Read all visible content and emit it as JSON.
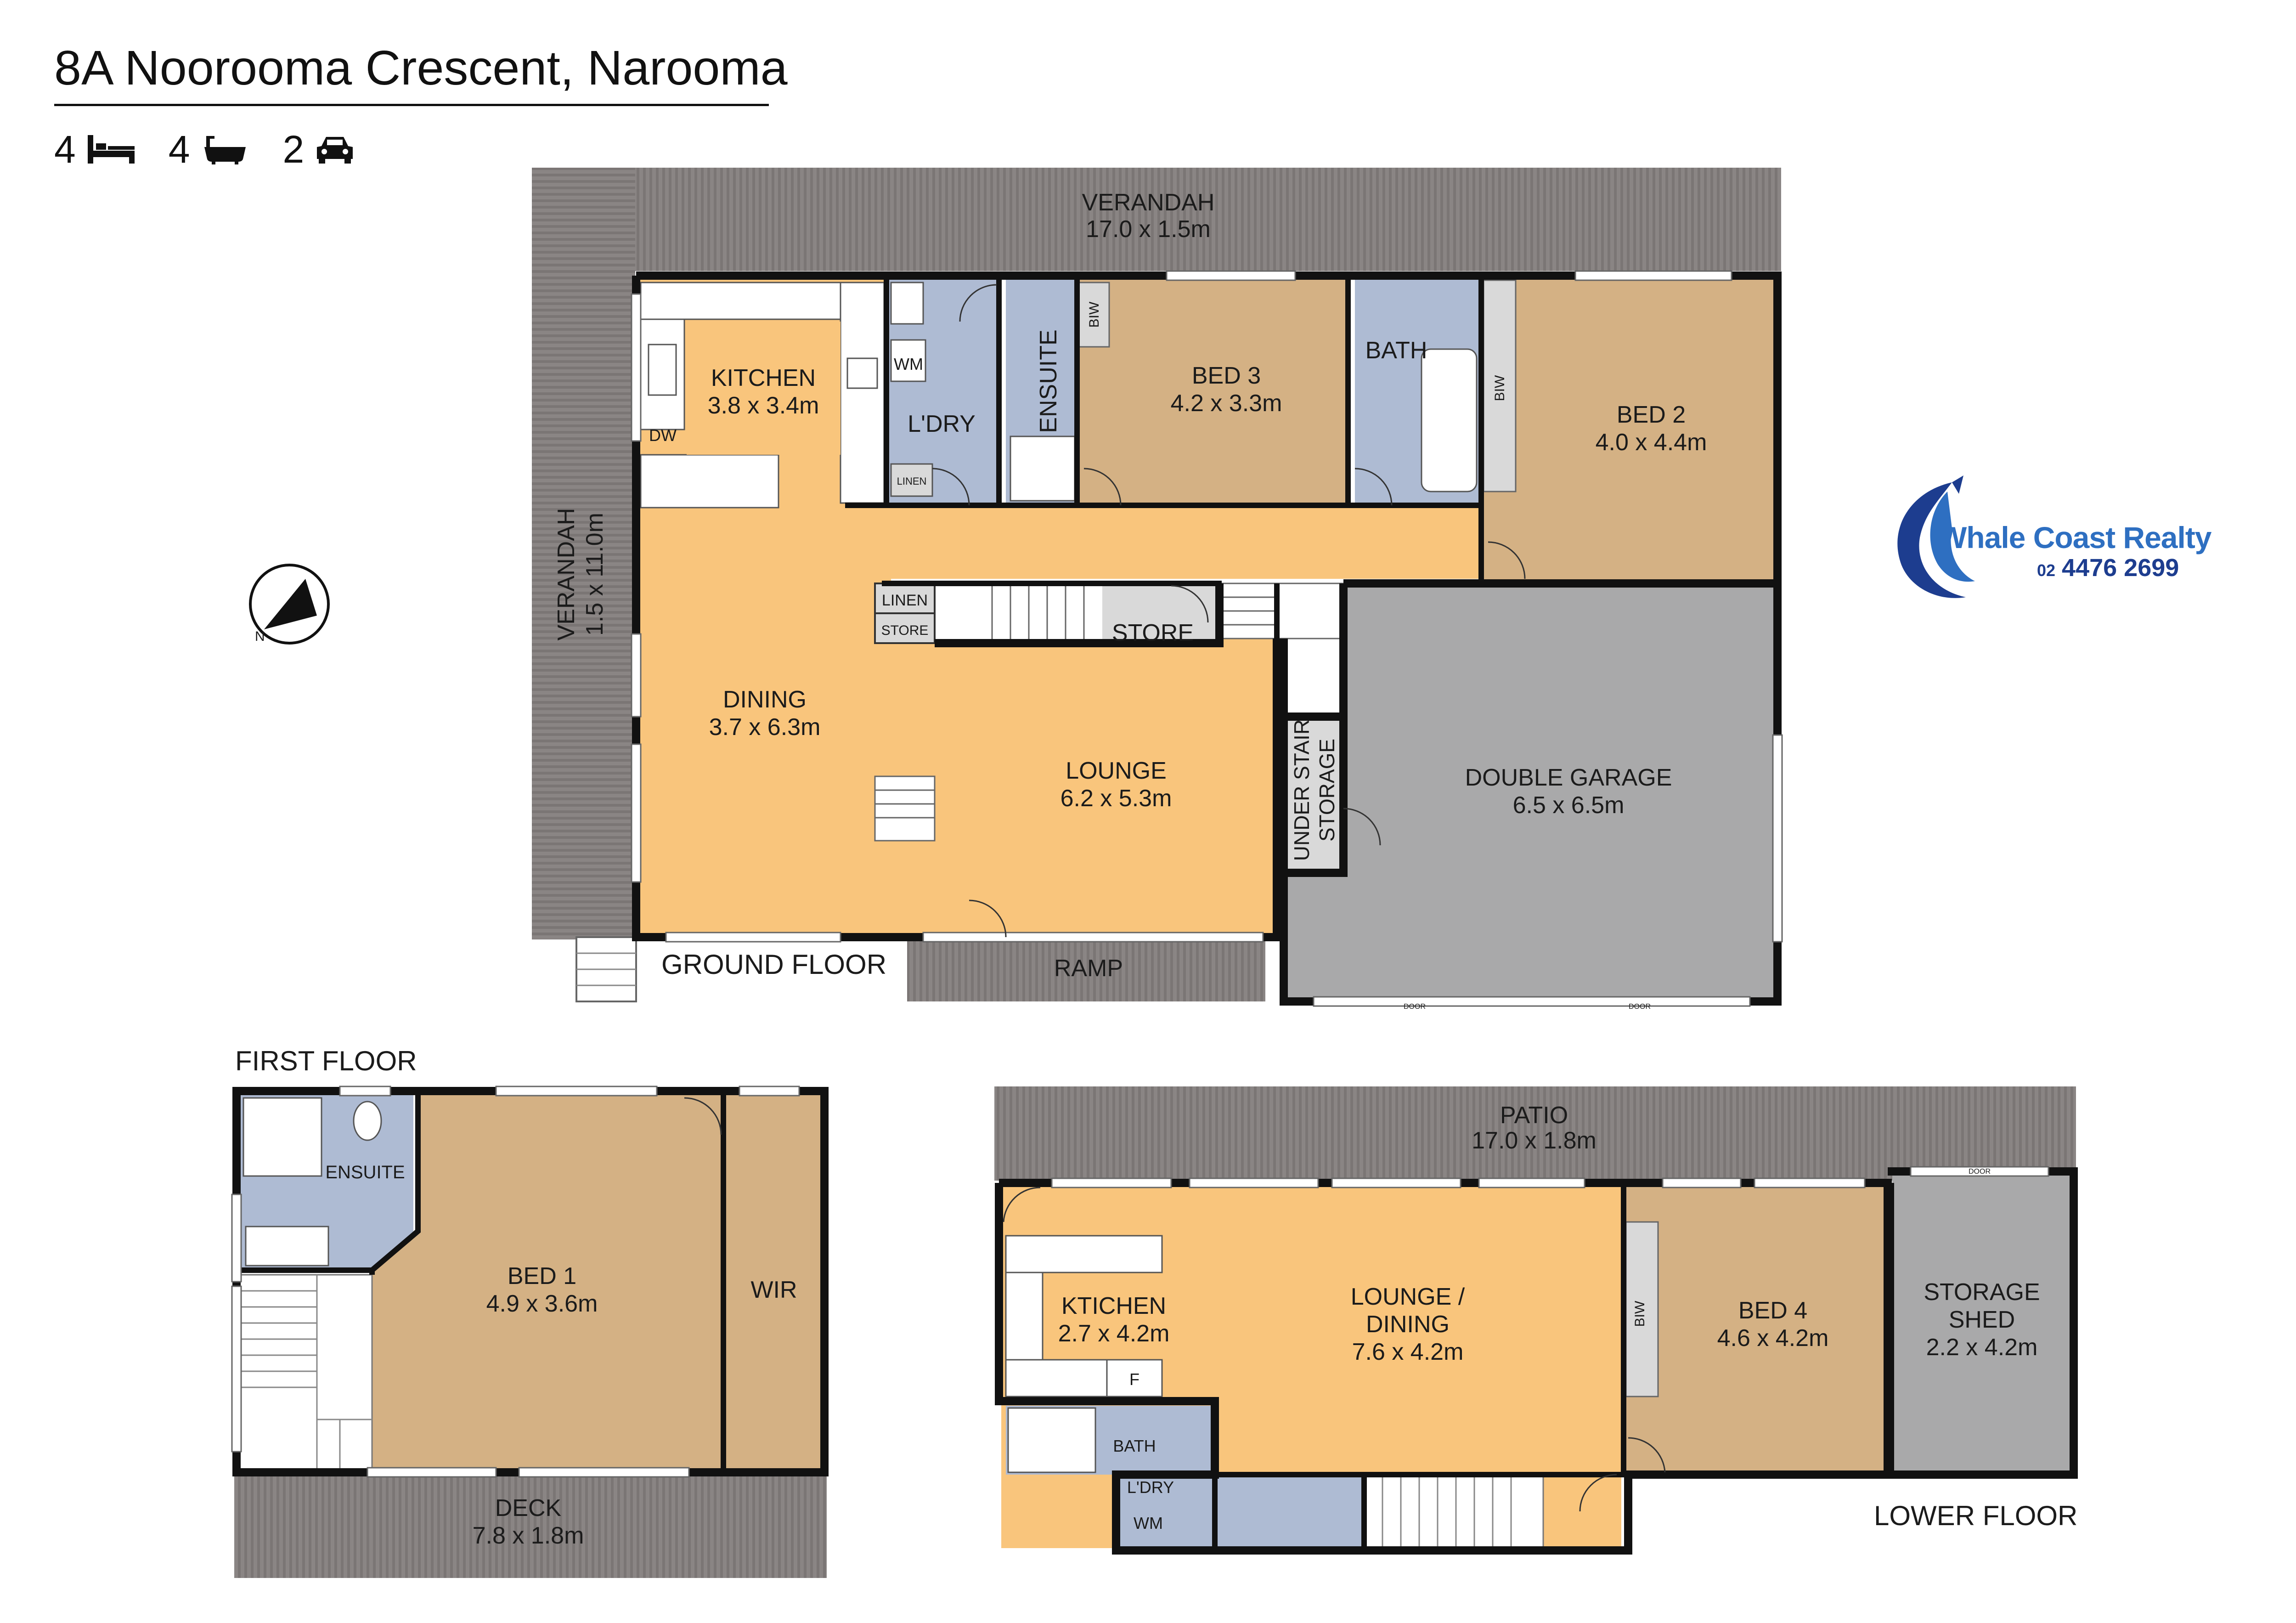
{
  "header": {
    "title": "8A Noorooma Crescent, Narooma",
    "stats": [
      {
        "value": "4",
        "icon": "bed-icon"
      },
      {
        "value": "4",
        "icon": "bath-icon"
      },
      {
        "value": "2",
        "icon": "car-icon"
      }
    ]
  },
  "brand": {
    "name": "Whale Coast Realty",
    "phone_prefix": "02",
    "phone": "4476 2699"
  },
  "floors": {
    "ground": "GROUND FLOOR",
    "first": "FIRST FLOOR",
    "lower": "LOWER FLOOR"
  },
  "ground_rooms": {
    "verandah_top": {
      "name": "VERANDAH",
      "size": "17.0 x 1.5m"
    },
    "verandah_side": {
      "name": "VERANDAH",
      "size": "1.5 x 11.0m"
    },
    "kitchen": {
      "name": "KITCHEN",
      "size": "3.8 x 3.4m"
    },
    "laundry": {
      "name": "L'DRY"
    },
    "ensuite": {
      "name": "ENSUITE"
    },
    "bed3": {
      "name": "BED 3",
      "size": "4.2 x 3.3m"
    },
    "bath": {
      "name": "BATH"
    },
    "bed2": {
      "name": "BED 2",
      "size": "4.0 x 4.4m"
    },
    "dining": {
      "name": "DINING",
      "size": "3.7 x 6.3m"
    },
    "lounge": {
      "name": "LOUNGE",
      "size": "6.2 x 5.3m"
    },
    "store": {
      "name": "STORE"
    },
    "under_stair": {
      "line1": "UNDER STAIR",
      "line2": "STORAGE"
    },
    "garage": {
      "name": "DOUBLE GARAGE",
      "size": "6.5 x 6.5m"
    },
    "ramp": {
      "name": "RAMP"
    }
  },
  "ground_fixtures": {
    "dw": "DW",
    "wm": "WM",
    "linen_small": "LINEN",
    "linen": "LINEN",
    "store_small": "STORE",
    "biw": "BIW",
    "door": "DOOR"
  },
  "first_rooms": {
    "ensuite": {
      "name": "ENSUITE"
    },
    "bed1": {
      "name": "BED 1",
      "size": "4.9 x 3.6m"
    },
    "wir": {
      "name": "WIR"
    },
    "deck": {
      "name": "DECK",
      "size": "7.8 x 1.8m"
    }
  },
  "lower_rooms": {
    "patio": {
      "name": "PATIO",
      "size": "17.0 x 1.8m"
    },
    "kitchen": {
      "name": "KTICHEN",
      "size": "2.7 x 4.2m"
    },
    "lounge_dining": {
      "line1": "LOUNGE /",
      "line2": "DINING",
      "size": "7.6 x 4.2m"
    },
    "bed4": {
      "name": "BED 4",
      "size": "4.6 x 4.2m"
    },
    "shed": {
      "line1": "STORAGE",
      "line2": "SHED",
      "size": "2.2 x 4.2m"
    },
    "bath": {
      "name": "BATH"
    },
    "laundry": {
      "name": "L'DRY"
    }
  },
  "lower_fixtures": {
    "f": "F",
    "wm": "WM",
    "biw": "BIW",
    "door": "DOOR"
  },
  "colors": {
    "living": "#f9c57c",
    "bedroom": "#d4b184",
    "wet": "#aebbd3",
    "garage": "#a9a9aa",
    "deck": "#8a8584",
    "wall": "#111111"
  }
}
